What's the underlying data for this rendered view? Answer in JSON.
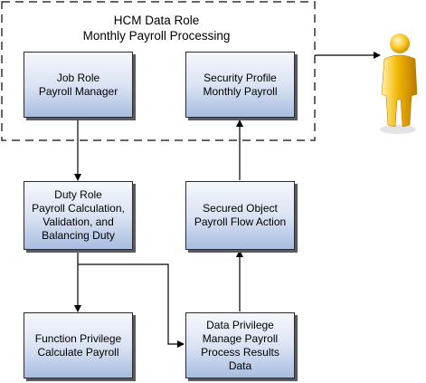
{
  "role_group": {
    "title": "HCM Data Role\nMonthly Payroll Processing"
  },
  "boxes": {
    "job_role": "Job Role\nPayroll Manager",
    "security_profile": "Security Profile\nMonthly Payroll",
    "duty_role": "Duty Role\nPayroll Calculation,\nValidation, and\nBalancing Duty",
    "secured_object": "Secured Object\nPayroll Flow Action",
    "function_privilege": "Function Privilege\nCalculate Payroll",
    "data_privilege": "Data Privilege\nManage Payroll\nProcess Results\nData"
  },
  "colors": {
    "box_top": "#f4f7fc",
    "box_bottom": "#a9bde0",
    "person_body": "#f2b705",
    "connector": "#000000"
  },
  "icons": {
    "user": "person-icon"
  }
}
